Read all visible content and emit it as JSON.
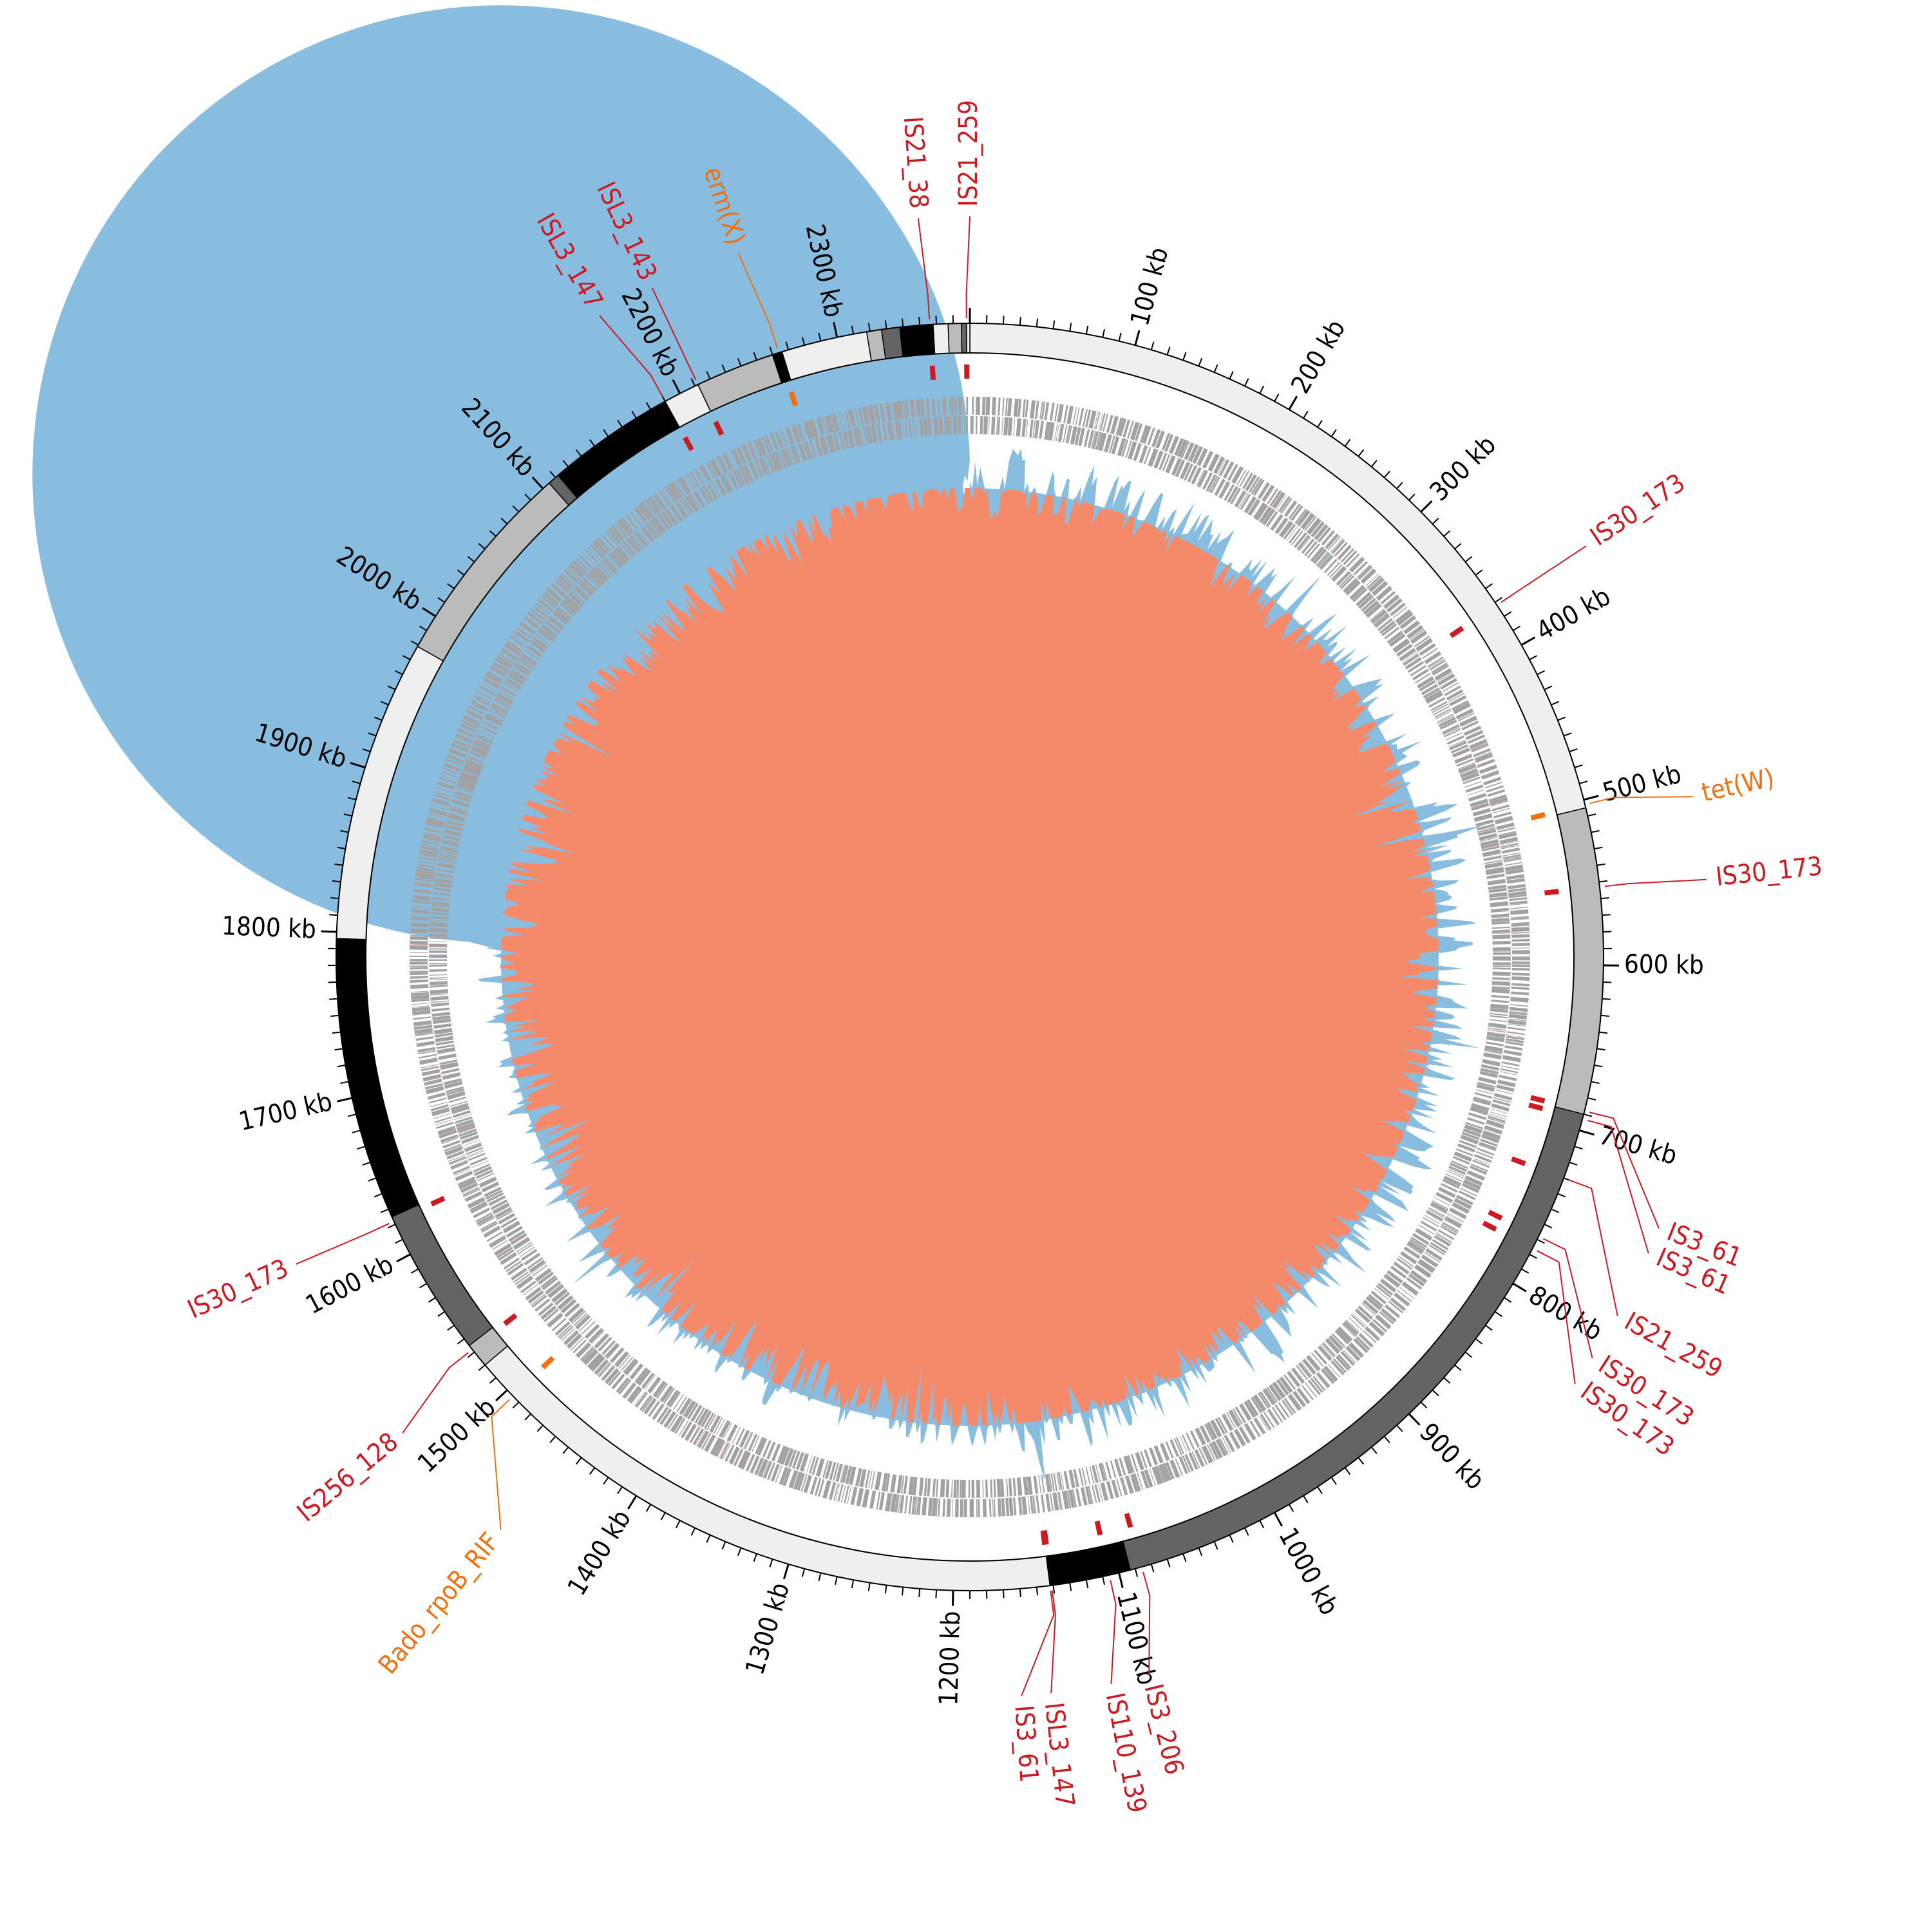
{
  "genome": {
    "length_kb": 2380,
    "tick_labels": [
      "100 kb",
      "200 kb",
      "300 kb",
      "400 kb",
      "500 kb",
      "600 kb",
      "700 kb",
      "800 kb",
      "900 kb",
      "1000 kb",
      "1100 kb",
      "1200 kb",
      "1300 kb",
      "1400 kb",
      "1500 kb",
      "1600 kb",
      "1700 kb",
      "1800 kb",
      "1900 kb",
      "2000 kb",
      "2100 kb",
      "2200 kb",
      "2300 kb"
    ],
    "tick_positions_kb": [
      100,
      200,
      300,
      400,
      500,
      600,
      700,
      800,
      900,
      1000,
      1100,
      1200,
      1300,
      1400,
      1500,
      1600,
      1700,
      1800,
      1900,
      2000,
      2100,
      2200,
      2300
    ]
  },
  "colors": {
    "light": "#efefef",
    "gray": "#bbbbbb",
    "dark": "#646464",
    "black": "#000000",
    "is_element": "#cc1a22",
    "resistance": "#f07010",
    "gene": "#a2a2a2",
    "skew_pos": "#88bde0",
    "skew_neg": "#f58a6a",
    "gc_pos": "#88bde0",
    "gc_neg": "#8fcf88",
    "inner": "#0b4282"
  },
  "contigs": [
    {
      "start": 0,
      "end": 505,
      "shade": "light"
    },
    {
      "start": 505,
      "end": 690,
      "shade": "gray"
    },
    {
      "start": 690,
      "end": 1093,
      "shade": "dark"
    },
    {
      "start": 1093,
      "end": 1142,
      "shade": "black"
    },
    {
      "start": 1142,
      "end": 1520,
      "shade": "light"
    },
    {
      "start": 1520,
      "end": 1535,
      "shade": "gray"
    },
    {
      "start": 1535,
      "end": 1625,
      "shade": "dark"
    },
    {
      "start": 1625,
      "end": 1796,
      "shade": "black"
    },
    {
      "start": 1796,
      "end": 1979,
      "shade": "light"
    },
    {
      "start": 1979,
      "end": 2105,
      "shade": "gray"
    },
    {
      "start": 2105,
      "end": 2112,
      "shade": "dark"
    },
    {
      "start": 2112,
      "end": 2190,
      "shade": "black"
    },
    {
      "start": 2190,
      "end": 2212,
      "shade": "light"
    },
    {
      "start": 2212,
      "end": 2260,
      "shade": "gray"
    },
    {
      "start": 2260,
      "end": 2266,
      "shade": "black"
    },
    {
      "start": 2266,
      "end": 2318,
      "shade": "light"
    },
    {
      "start": 2318,
      "end": 2327,
      "shade": "gray"
    },
    {
      "start": 2327,
      "end": 2338,
      "shade": "dark"
    },
    {
      "start": 2338,
      "end": 2358,
      "shade": "black"
    },
    {
      "start": 2358,
      "end": 2367,
      "shade": "light"
    },
    {
      "start": 2367,
      "end": 2375,
      "shade": "gray"
    },
    {
      "start": 2375,
      "end": 2378,
      "shade": "dark"
    },
    {
      "start": 2378,
      "end": 2380,
      "shade": "light"
    }
  ],
  "features": [
    {
      "label": "IS21_259",
      "kb": 2378,
      "type": "is_element"
    },
    {
      "label": "IS21_38",
      "kb": 2356,
      "type": "is_element"
    },
    {
      "label": "erm(X)",
      "kb": 2264,
      "type": "resistance"
    },
    {
      "label": "ISL3_143",
      "kb": 2212,
      "type": "is_element"
    },
    {
      "label": "ISL3_147",
      "kb": 2190,
      "type": "is_element"
    },
    {
      "label": "IS30_173",
      "kb": 372,
      "type": "is_element"
    },
    {
      "label": "tet(W)",
      "kb": 503,
      "type": "resistance"
    },
    {
      "label": "IS30_173",
      "kb": 553,
      "type": "is_element"
    },
    {
      "label": "IS3_61",
      "kb": 688,
      "type": "is_element"
    },
    {
      "label": "IS3_61",
      "kb": 693,
      "type": "is_element"
    },
    {
      "label": "IS21_259",
      "kb": 730,
      "type": "is_element"
    },
    {
      "label": "IS30_173",
      "kb": 768,
      "type": "is_element"
    },
    {
      "label": "IS30_173",
      "kb": 776,
      "type": "is_element"
    },
    {
      "label": "IS3_206",
      "kb": 1086,
      "type": "is_element"
    },
    {
      "label": "IS110_139",
      "kb": 1106,
      "type": "is_element"
    },
    {
      "label": "ISL3_147",
      "kb": 1141,
      "type": "is_element"
    },
    {
      "label": "IS3_61",
      "kb": 1142,
      "type": "is_element"
    },
    {
      "label": "Bado_rpoB_RIF",
      "kb": 1495,
      "type": "resistance"
    },
    {
      "label": "IS256_128",
      "kb": 1532,
      "type": "is_element"
    },
    {
      "label": "IS30_173",
      "kb": 1622,
      "type": "is_element"
    }
  ],
  "inner_segments": [
    [
      2,
      30
    ],
    [
      33,
      56
    ],
    [
      60,
      80
    ],
    [
      84,
      480
    ],
    [
      490,
      500
    ],
    [
      525,
      692
    ],
    [
      698,
      742
    ],
    [
      747,
      808
    ],
    [
      814,
      864
    ],
    [
      870,
      964
    ],
    [
      969,
      1102
    ],
    [
      1108,
      1171
    ],
    [
      1176,
      1290
    ],
    [
      1296,
      1412
    ],
    [
      1418,
      1472
    ],
    [
      1478,
      1518
    ],
    [
      1523,
      1598
    ],
    [
      1626,
      1767
    ],
    [
      1781,
      1882
    ],
    [
      1886,
      2093
    ],
    [
      2120,
      2132
    ],
    [
      2138,
      2190
    ],
    [
      2195,
      2344
    ],
    [
      2351,
      2364
    ],
    [
      2371,
      2378
    ]
  ]
}
